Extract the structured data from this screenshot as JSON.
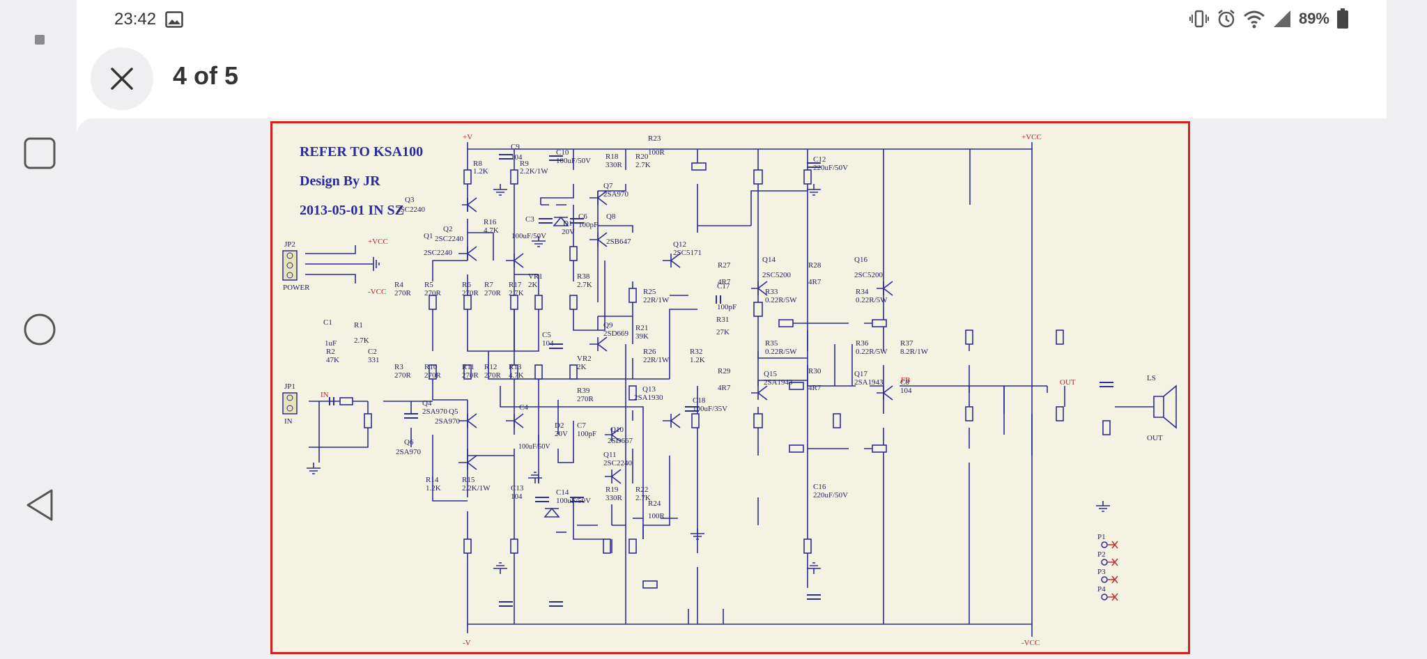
{
  "status_bar": {
    "time": "23:42",
    "battery": "89%",
    "icons": [
      "gallery-icon",
      "vibrate-icon",
      "alarm-icon",
      "wifi-icon",
      "signal-icon",
      "battery-icon"
    ]
  },
  "header": {
    "counter": "4 of 5"
  },
  "navigation": {
    "buttons": [
      "recents",
      "home",
      "back"
    ]
  },
  "schematic": {
    "border_color": "#d62020",
    "background": "#f4f2e2",
    "title_lines": [
      "REFER TO KSA100",
      "Design By JR",
      "2013-05-01 IN SZ"
    ],
    "rails": {
      "pos": "+V",
      "neg": "-V",
      "vcc_pos": "+VCC",
      "vcc_neg": "-VCC"
    },
    "connectors": {
      "jp2": "JP2",
      "jp2_name": "POWER",
      "jp2_pos": "+VCC",
      "jp2_neg": "-VCC",
      "jp1": "JP1",
      "jp1_name": "IN",
      "in_label": "IN",
      "out_label": "OUT",
      "speaker": "LS",
      "speaker_out": "OUT",
      "fb": "FB"
    },
    "parts": {
      "r8": "R8",
      "r8v": "1.2K",
      "r9": "R9",
      "r9v": "2.2K/1W",
      "c9": "C9",
      "c9v": "104",
      "c10": "C10",
      "c10v": "100uF/50V",
      "r18": "R18",
      "r18v": "330R",
      "r20": "R20",
      "r20v": "2.7K",
      "r23": "R23",
      "r23v": "100R",
      "c12": "C12",
      "c12v": "220uF/50V",
      "q3": "Q3",
      "q3v": "2SC2240",
      "q1": "Q1",
      "q1v": "2SC2240",
      "q2": "Q2",
      "q2v": "2SC2240",
      "q7": "Q7",
      "q7v": "2SA970",
      "q8": "Q8",
      "q8v": "2SB647",
      "q12": "Q12",
      "q12v": "2SC5171",
      "q14": "Q14",
      "q14v": "2SC5200",
      "q16": "Q16",
      "q16v": "2SC5200",
      "r16": "R16",
      "r16v": "4.7K",
      "c3": "C3",
      "c3v": "100uF/50V",
      "d1": "D1",
      "d1v": "20V",
      "c6": "C6",
      "c6v": "100pF",
      "r4": "R4",
      "r4v": "270R",
      "r5": "R5",
      "r5v": "270R",
      "r6": "R6",
      "r6v": "270R",
      "r7": "R7",
      "r7v": "270R",
      "r17": "R17",
      "r17v": "2.7K",
      "vr1": "VR1",
      "vr1v": "2K",
      "r38": "R38",
      "r38v": "2.7K",
      "r25": "R25",
      "r25v": "22R/1W",
      "r27": "R27",
      "r27v": "4R7",
      "r28": "R28",
      "r28v": "4R7",
      "c17": "C17",
      "c17v": "100pF",
      "r33": "R33",
      "r33v": "0.22R/5W",
      "r34": "R34",
      "r34v": "0.22R/5W",
      "r31": "R31",
      "r31v": "27K",
      "c1": "C1",
      "c1v": "1uF",
      "r1": "R1",
      "r1v": "2.7K",
      "r2": "R2",
      "r2v": "47K",
      "c2": "C2",
      "c2v": "331",
      "c5": "C5",
      "c5v": "104",
      "q9": "Q9",
      "q9v": "2SD669",
      "r21": "R21",
      "r21v": "39K",
      "vr2": "VR2",
      "vr2v": "2K",
      "r26": "R26",
      "r26v": "22R/1W",
      "r32": "R32",
      "r32v": "1.2K",
      "r35": "R35",
      "r35v": "0.22R/5W",
      "r36": "R36",
      "r36v": "0.22R/5W",
      "r37": "R37",
      "r37v": "8.2R/1W",
      "r3": "R3",
      "r3v": "270R",
      "r10": "R10",
      "r10v": "270R",
      "r11": "R11",
      "r11v": "270R",
      "r12": "R12",
      "r12v": "270R",
      "r13": "R13",
      "r13v": "4.7K",
      "r39": "R39",
      "r39v": "270R",
      "q13": "Q13",
      "q13v": "2SA1930",
      "r29": "R29",
      "r29v": "4R7",
      "q15": "Q15",
      "q15v": "2SA1943",
      "r30": "R30",
      "r30v": "4R7",
      "q17": "Q17",
      "q17v": "2SA1943",
      "c8": "C8",
      "c8v": "104",
      "c18": "C18",
      "c18v": "100uF/35V",
      "q4": "Q4",
      "q4v": "2SA970",
      "q5": "Q5",
      "q5v": "2SA970",
      "c4": "C4",
      "c4v": "100uF/50V",
      "d2": "D2",
      "d2v": "20V",
      "c7": "C7",
      "c7v": "100pF",
      "q10": "Q10",
      "q10v": "2SD667",
      "q6": "Q6",
      "q6v": "2SA970",
      "q11": "Q11",
      "q11v": "2SC2240",
      "r14": "R14",
      "r14v": "1.2K",
      "r15": "R15",
      "r15v": "2.2K/1W",
      "c13": "C13",
      "c13v": "104",
      "c14": "C14",
      "c14v": "100uF/50V",
      "r19": "R19",
      "r19v": "330R",
      "r22": "R22",
      "r22v": "2.7K",
      "r24": "R24",
      "r24v": "100R",
      "c16": "C16",
      "c16v": "220uF/50V",
      "p1": "P1",
      "p2": "P2",
      "p3": "P3",
      "p4": "P4"
    }
  }
}
